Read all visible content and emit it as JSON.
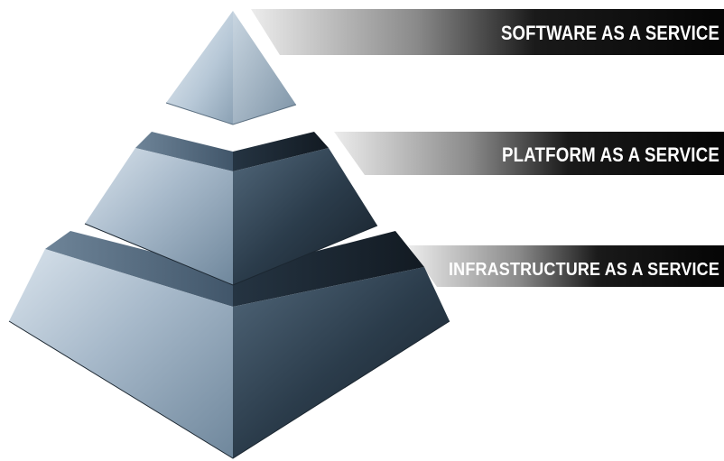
{
  "diagram": {
    "tiers": [
      {
        "id": "saas",
        "label": "SOFTWARE AS A SERVICE"
      },
      {
        "id": "paas",
        "label": "PLATFORM AS A SERVICE"
      },
      {
        "id": "iaas",
        "label": "INFRASTRUCTURE AS A SERVICE"
      }
    ],
    "colors": {
      "light_face": "#a9bccd",
      "dark_face": "#233240",
      "banner_dark": "#0a0a0a",
      "banner_light": "#e6e6e6",
      "label_text": "#ffffff"
    }
  }
}
